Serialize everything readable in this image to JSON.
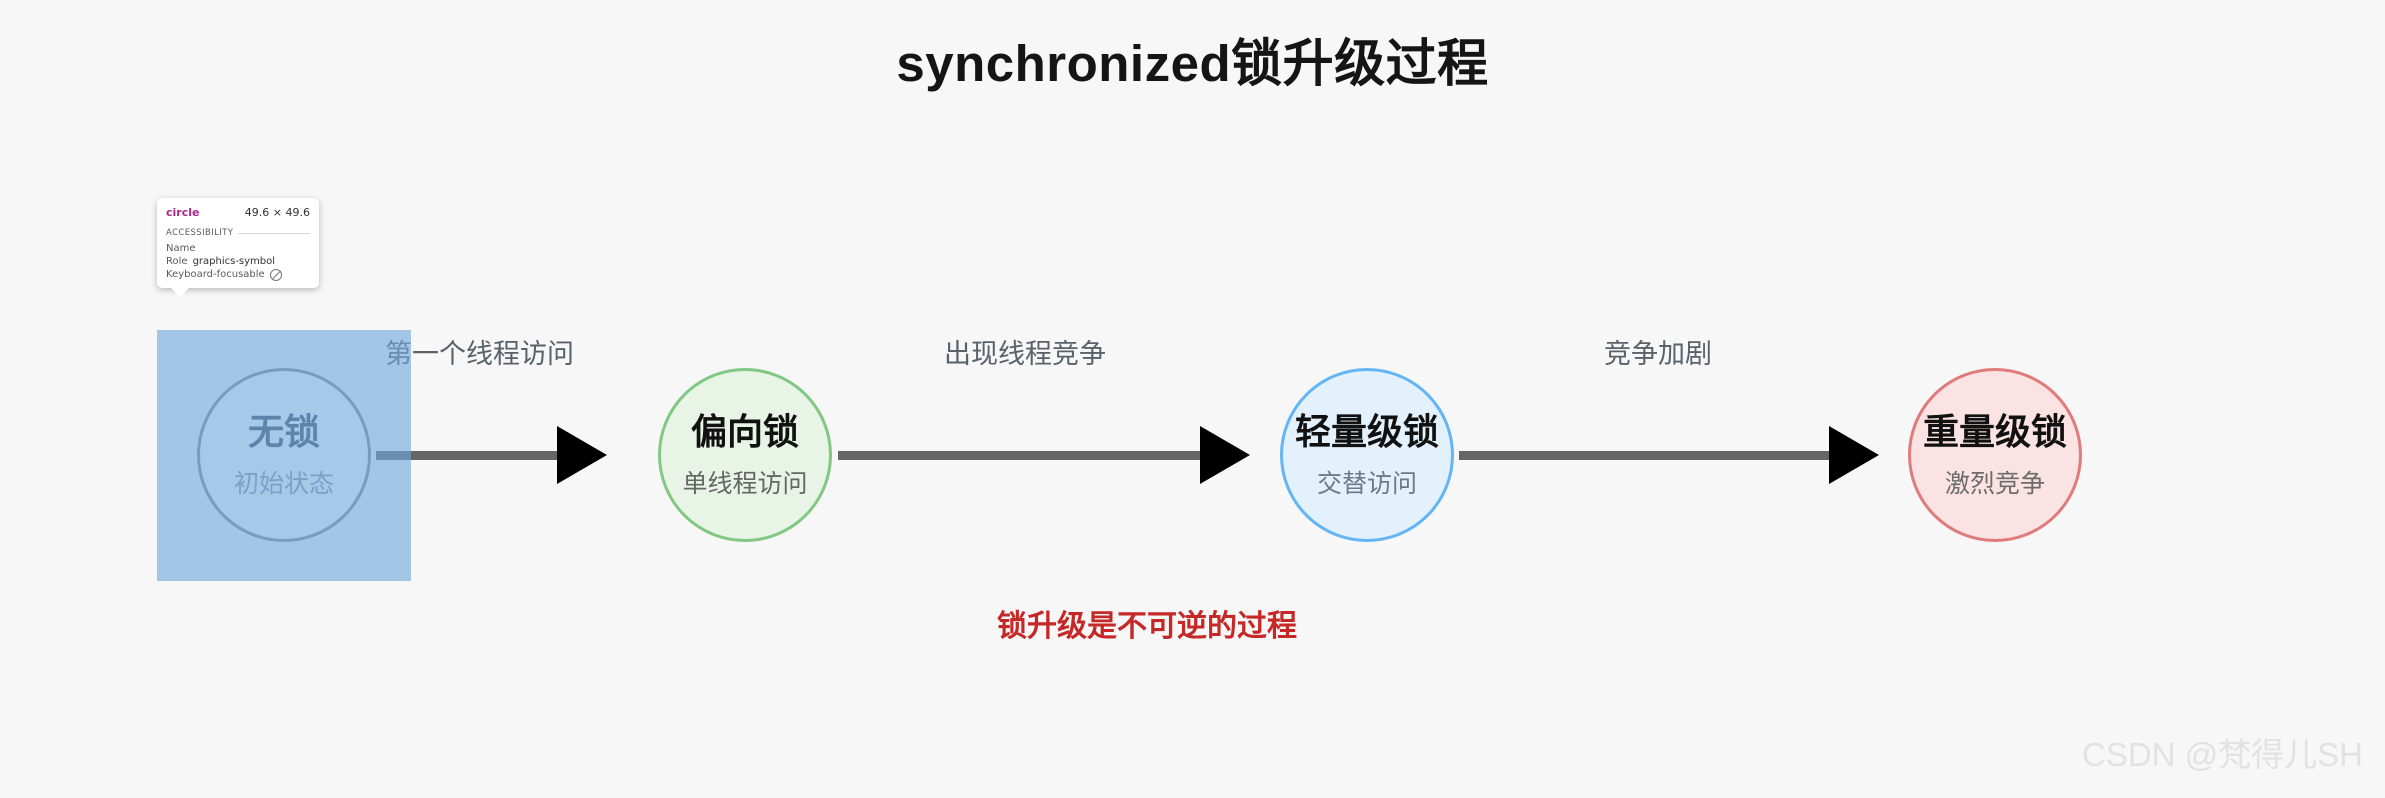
{
  "diagram": {
    "title": "synchronized锁升级过程",
    "footer_note": "锁升级是不可逆的过程",
    "nodes": [
      {
        "title": "无锁",
        "subtitle": "初始状态",
        "fill": "#ffffff",
        "stroke": "#8a8a8a"
      },
      {
        "title": "偏向锁",
        "subtitle": "单线程访问",
        "fill": "#e8f5e6",
        "stroke": "#82c784"
      },
      {
        "title": "轻量级锁",
        "subtitle": "交替访问",
        "fill": "#e3f1fd",
        "stroke": "#64b5f6"
      },
      {
        "title": "重量级锁",
        "subtitle": "激烈竞争",
        "fill": "#fbe3e4",
        "stroke": "#e07b7b"
      }
    ],
    "edges": [
      {
        "label": "第一个线程访问"
      },
      {
        "label": "出现线程竞争"
      },
      {
        "label": "竞争加剧"
      }
    ],
    "footer_color": "#c62828"
  },
  "devtools": {
    "tooltip": {
      "tag": "circle",
      "dimensions": "49.6 × 49.6",
      "section_label": "ACCESSIBILITY",
      "rows": [
        {
          "key": "Name",
          "value": ""
        },
        {
          "key": "Role",
          "value": "graphics-symbol"
        },
        {
          "key": "Keyboard-focusable",
          "value": ""
        }
      ],
      "not_focusable_icon": "no-entry-icon"
    },
    "highlight_color": "#6fa8dc"
  },
  "watermark": {
    "text": "CSDN @梵得儿SH"
  }
}
